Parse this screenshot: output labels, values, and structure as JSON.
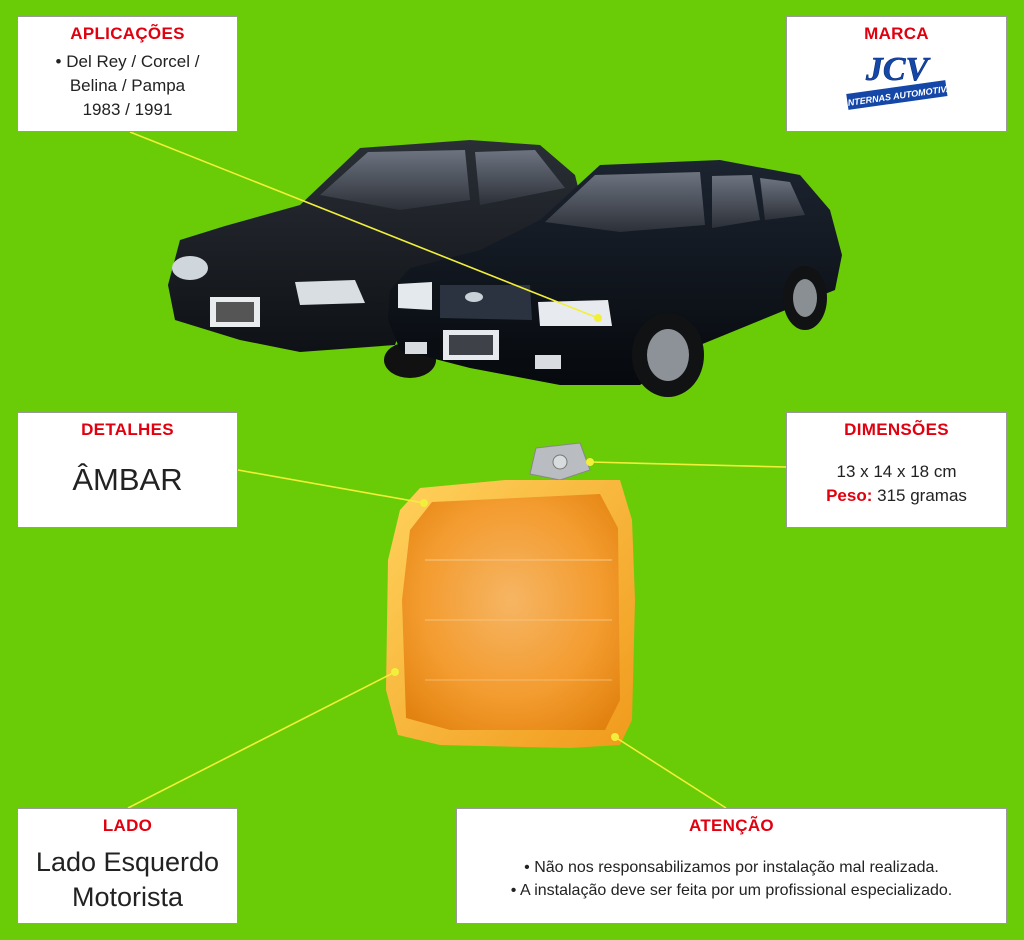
{
  "aplicacoes": {
    "title": "APLICAÇÕES",
    "lines": [
      "• Del Rey / Corcel /",
      "Belina / Pampa",
      "1983 / 1991"
    ]
  },
  "marca": {
    "title": "MARCA",
    "logo_text": "JCV",
    "logo_tagline": "LANTERNAS AUTOMOTIVAS"
  },
  "detalhes": {
    "title": "DETALHES",
    "value": "ÂMBAR"
  },
  "dimensoes": {
    "title": "DIMENSÕES",
    "size": "13 x 14 x 18 cm",
    "peso_label": "Peso:",
    "peso_value": "315 gramas"
  },
  "lado": {
    "title": "LADO",
    "lines": [
      "Lado Esquerdo",
      "Motorista"
    ]
  },
  "atencao": {
    "title": "ATENÇÃO",
    "lines": [
      "• Não nos responsabilizamos por instalação mal realizada.",
      "• A instalação deve ser feita por um profissional especializado."
    ]
  },
  "colors": {
    "background": "#6acb07",
    "title_red": "#e0000f",
    "leader_yellow": "#f2ef3a",
    "lamp_amber": "#f7a21b",
    "logo_blue": "#1547a8"
  }
}
